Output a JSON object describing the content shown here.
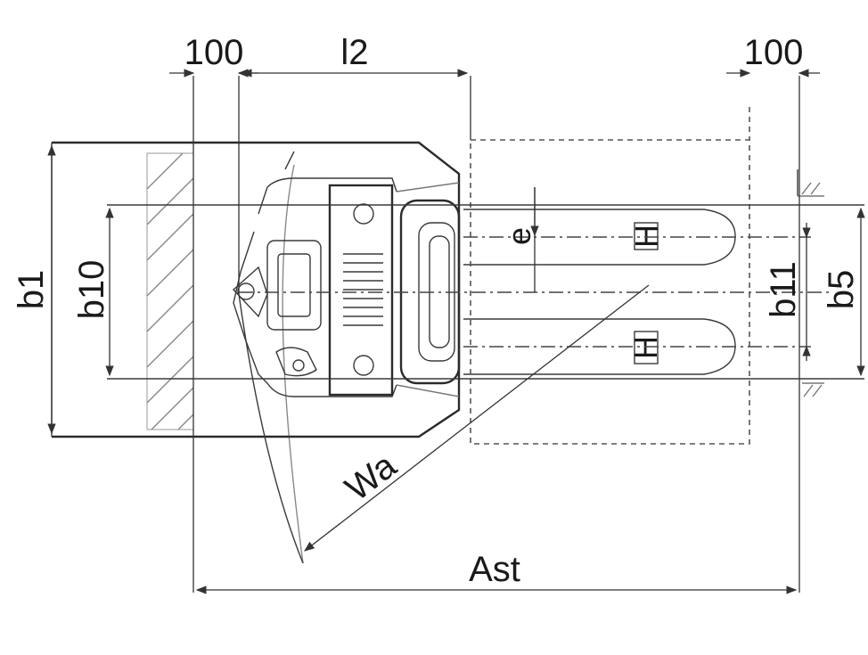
{
  "labels": {
    "dim_100_left": "100",
    "dim_l2": "l2",
    "dim_100_right": "100",
    "dim_b1": "b1",
    "dim_b10": "b10",
    "dim_b11": "b11",
    "dim_b5": "b5",
    "dim_e": "e",
    "dim_wa": "Wa",
    "dim_ast": "Ast"
  }
}
